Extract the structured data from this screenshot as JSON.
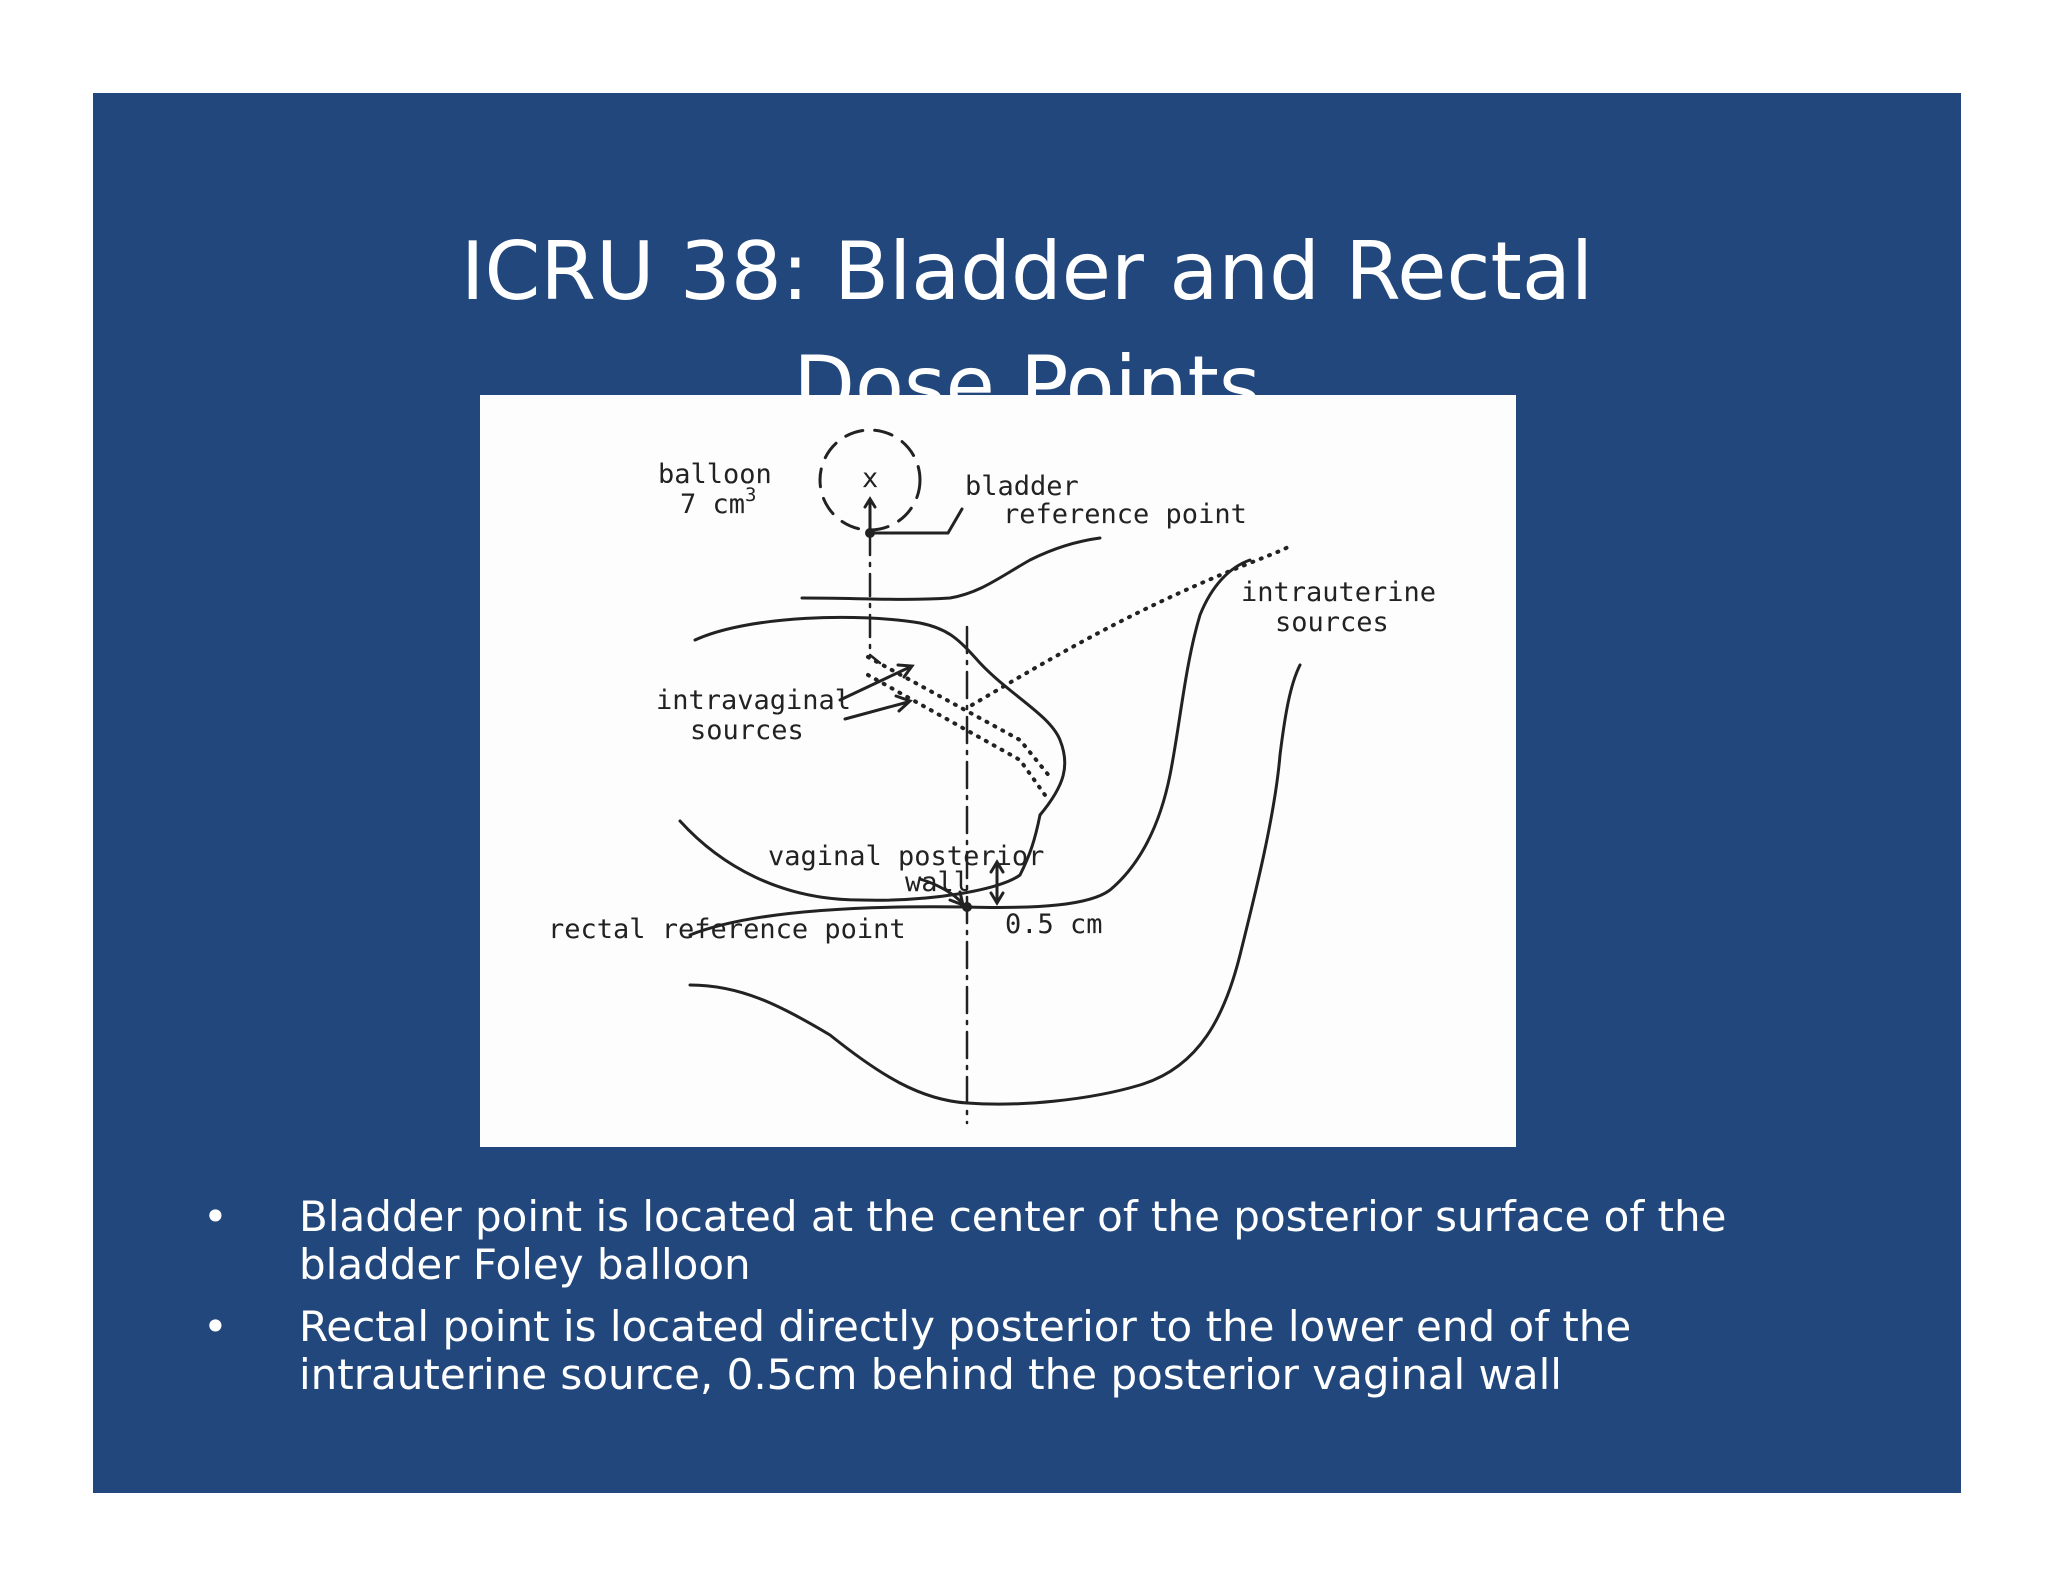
{
  "slide": {
    "title_line1": "ICRU 38:  Bladder and Rectal",
    "title_line2": "Dose Points",
    "background_color": "#21477c",
    "text_color": "#ffffff"
  },
  "figure": {
    "labels": {
      "balloon": "balloon",
      "balloon_volume": "7 cm",
      "balloon_volume_exp": "3",
      "bladder": "bladder",
      "reference_point": "reference  point",
      "intrauterine": "intrauterine",
      "intrauterine_sources": "sources",
      "intravaginal": "intravaginal",
      "intravaginal_sources": "sources",
      "vaginal_posterior": "vaginal  posterior",
      "wall": "wall",
      "rectal_reference_point": "rectal  reference  point",
      "distance": "0.5 cm",
      "center_mark": "x"
    }
  },
  "bullets": [
    {
      "symbol": "•",
      "line1": "Bladder point is located at the center of the posterior surface of the",
      "line2": "bladder Foley balloon"
    },
    {
      "symbol": "•",
      "line1": "Rectal point is located directly posterior to the lower end of the",
      "line2": "intrauterine source, 0.5cm behind the posterior vaginal wall"
    }
  ]
}
